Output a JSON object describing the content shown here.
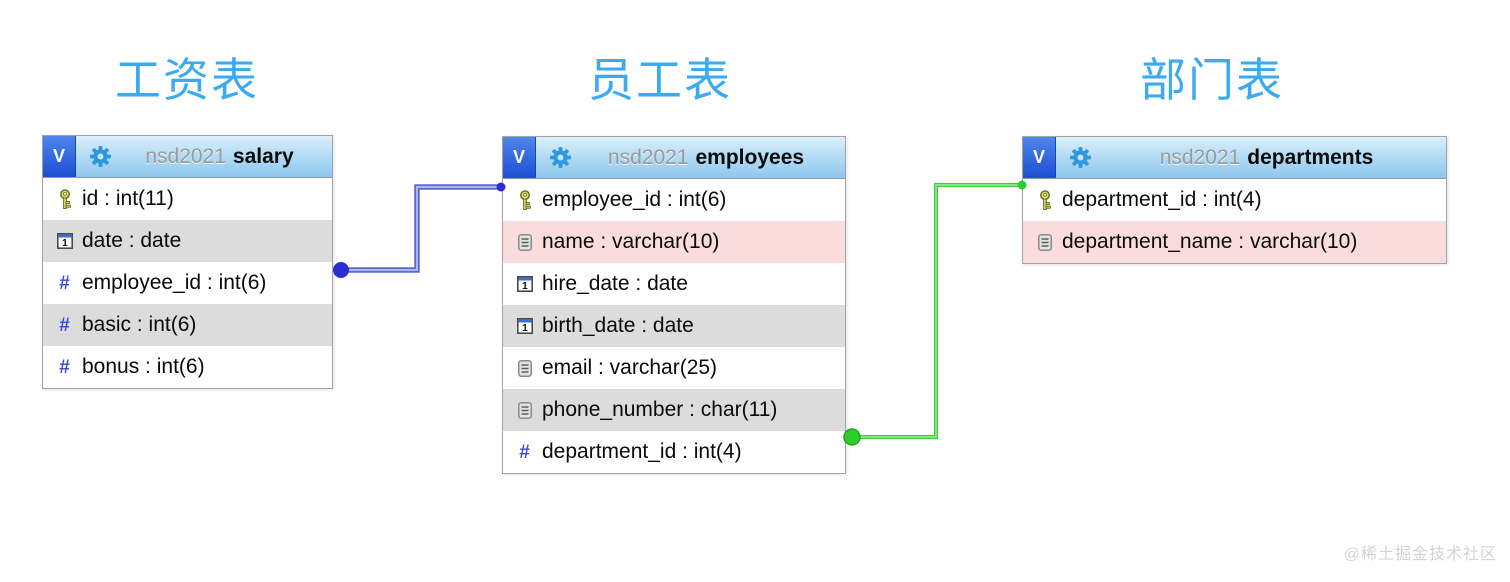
{
  "tables": [
    {
      "title": "工资表",
      "badge": "V",
      "schema": "nsd2021",
      "name": "salary",
      "separator": ":",
      "fields": [
        {
          "name": "id",
          "type": "int(11)",
          "icon": "key-icon",
          "bg": "white"
        },
        {
          "name": "date",
          "type": "date",
          "icon": "calendar-icon",
          "bg": "gray"
        },
        {
          "name": "employee_id",
          "type": "int(6)",
          "icon": "hash-icon",
          "bg": "white"
        },
        {
          "name": "basic",
          "type": "int(6)",
          "icon": "hash-icon",
          "bg": "gray"
        },
        {
          "name": "bonus",
          "type": "int(6)",
          "icon": "hash-icon",
          "bg": "white"
        }
      ]
    },
    {
      "title": "员工表",
      "badge": "V",
      "schema": "nsd2021",
      "name": "employees",
      "separator": ":",
      "fields": [
        {
          "name": "employee_id",
          "type": "int(6)",
          "icon": "key-icon",
          "bg": "white"
        },
        {
          "name": "name",
          "type": "varchar(10)",
          "icon": "text-icon",
          "bg": "pink"
        },
        {
          "name": "hire_date",
          "type": "date",
          "icon": "calendar-icon",
          "bg": "white"
        },
        {
          "name": "birth_date",
          "type": "date",
          "icon": "calendar-icon",
          "bg": "gray"
        },
        {
          "name": "email",
          "type": "varchar(25)",
          "icon": "text-icon",
          "bg": "white"
        },
        {
          "name": "phone_number",
          "type": "char(11)",
          "icon": "text-icon",
          "bg": "gray"
        },
        {
          "name": "department_id",
          "type": "int(4)",
          "icon": "hash-icon",
          "bg": "white"
        }
      ]
    },
    {
      "title": "部门表",
      "badge": "V",
      "schema": "nsd2021",
      "name": "departments",
      "separator": ":",
      "fields": [
        {
          "name": "department_id",
          "type": "int(4)",
          "icon": "key-icon",
          "bg": "white"
        },
        {
          "name": "department_name",
          "type": "varchar(10)",
          "icon": "text-icon",
          "bg": "pink"
        }
      ]
    }
  ],
  "relations": [
    {
      "from": "salary.employee_id",
      "to": "employees.employee_id",
      "color_key": "blue"
    },
    {
      "from": "employees.department_id",
      "to": "departments.department_id",
      "color_key": "green"
    }
  ],
  "colors": {
    "title_blue": "#3aaaf2",
    "row_gray": "#dcdcdc",
    "row_pink": "#fbdcdc",
    "blue_outer": "#5d68cf",
    "blue_inner": "#aeb5ee",
    "blue_dot": "#2a2ed0",
    "green_outer": "#3ecd3e",
    "green_inner": "#9deb9d",
    "green_dot": "#2ecd2e",
    "green_dot_rim": "#19a819"
  },
  "watermark": "@稀土掘金技术社区"
}
